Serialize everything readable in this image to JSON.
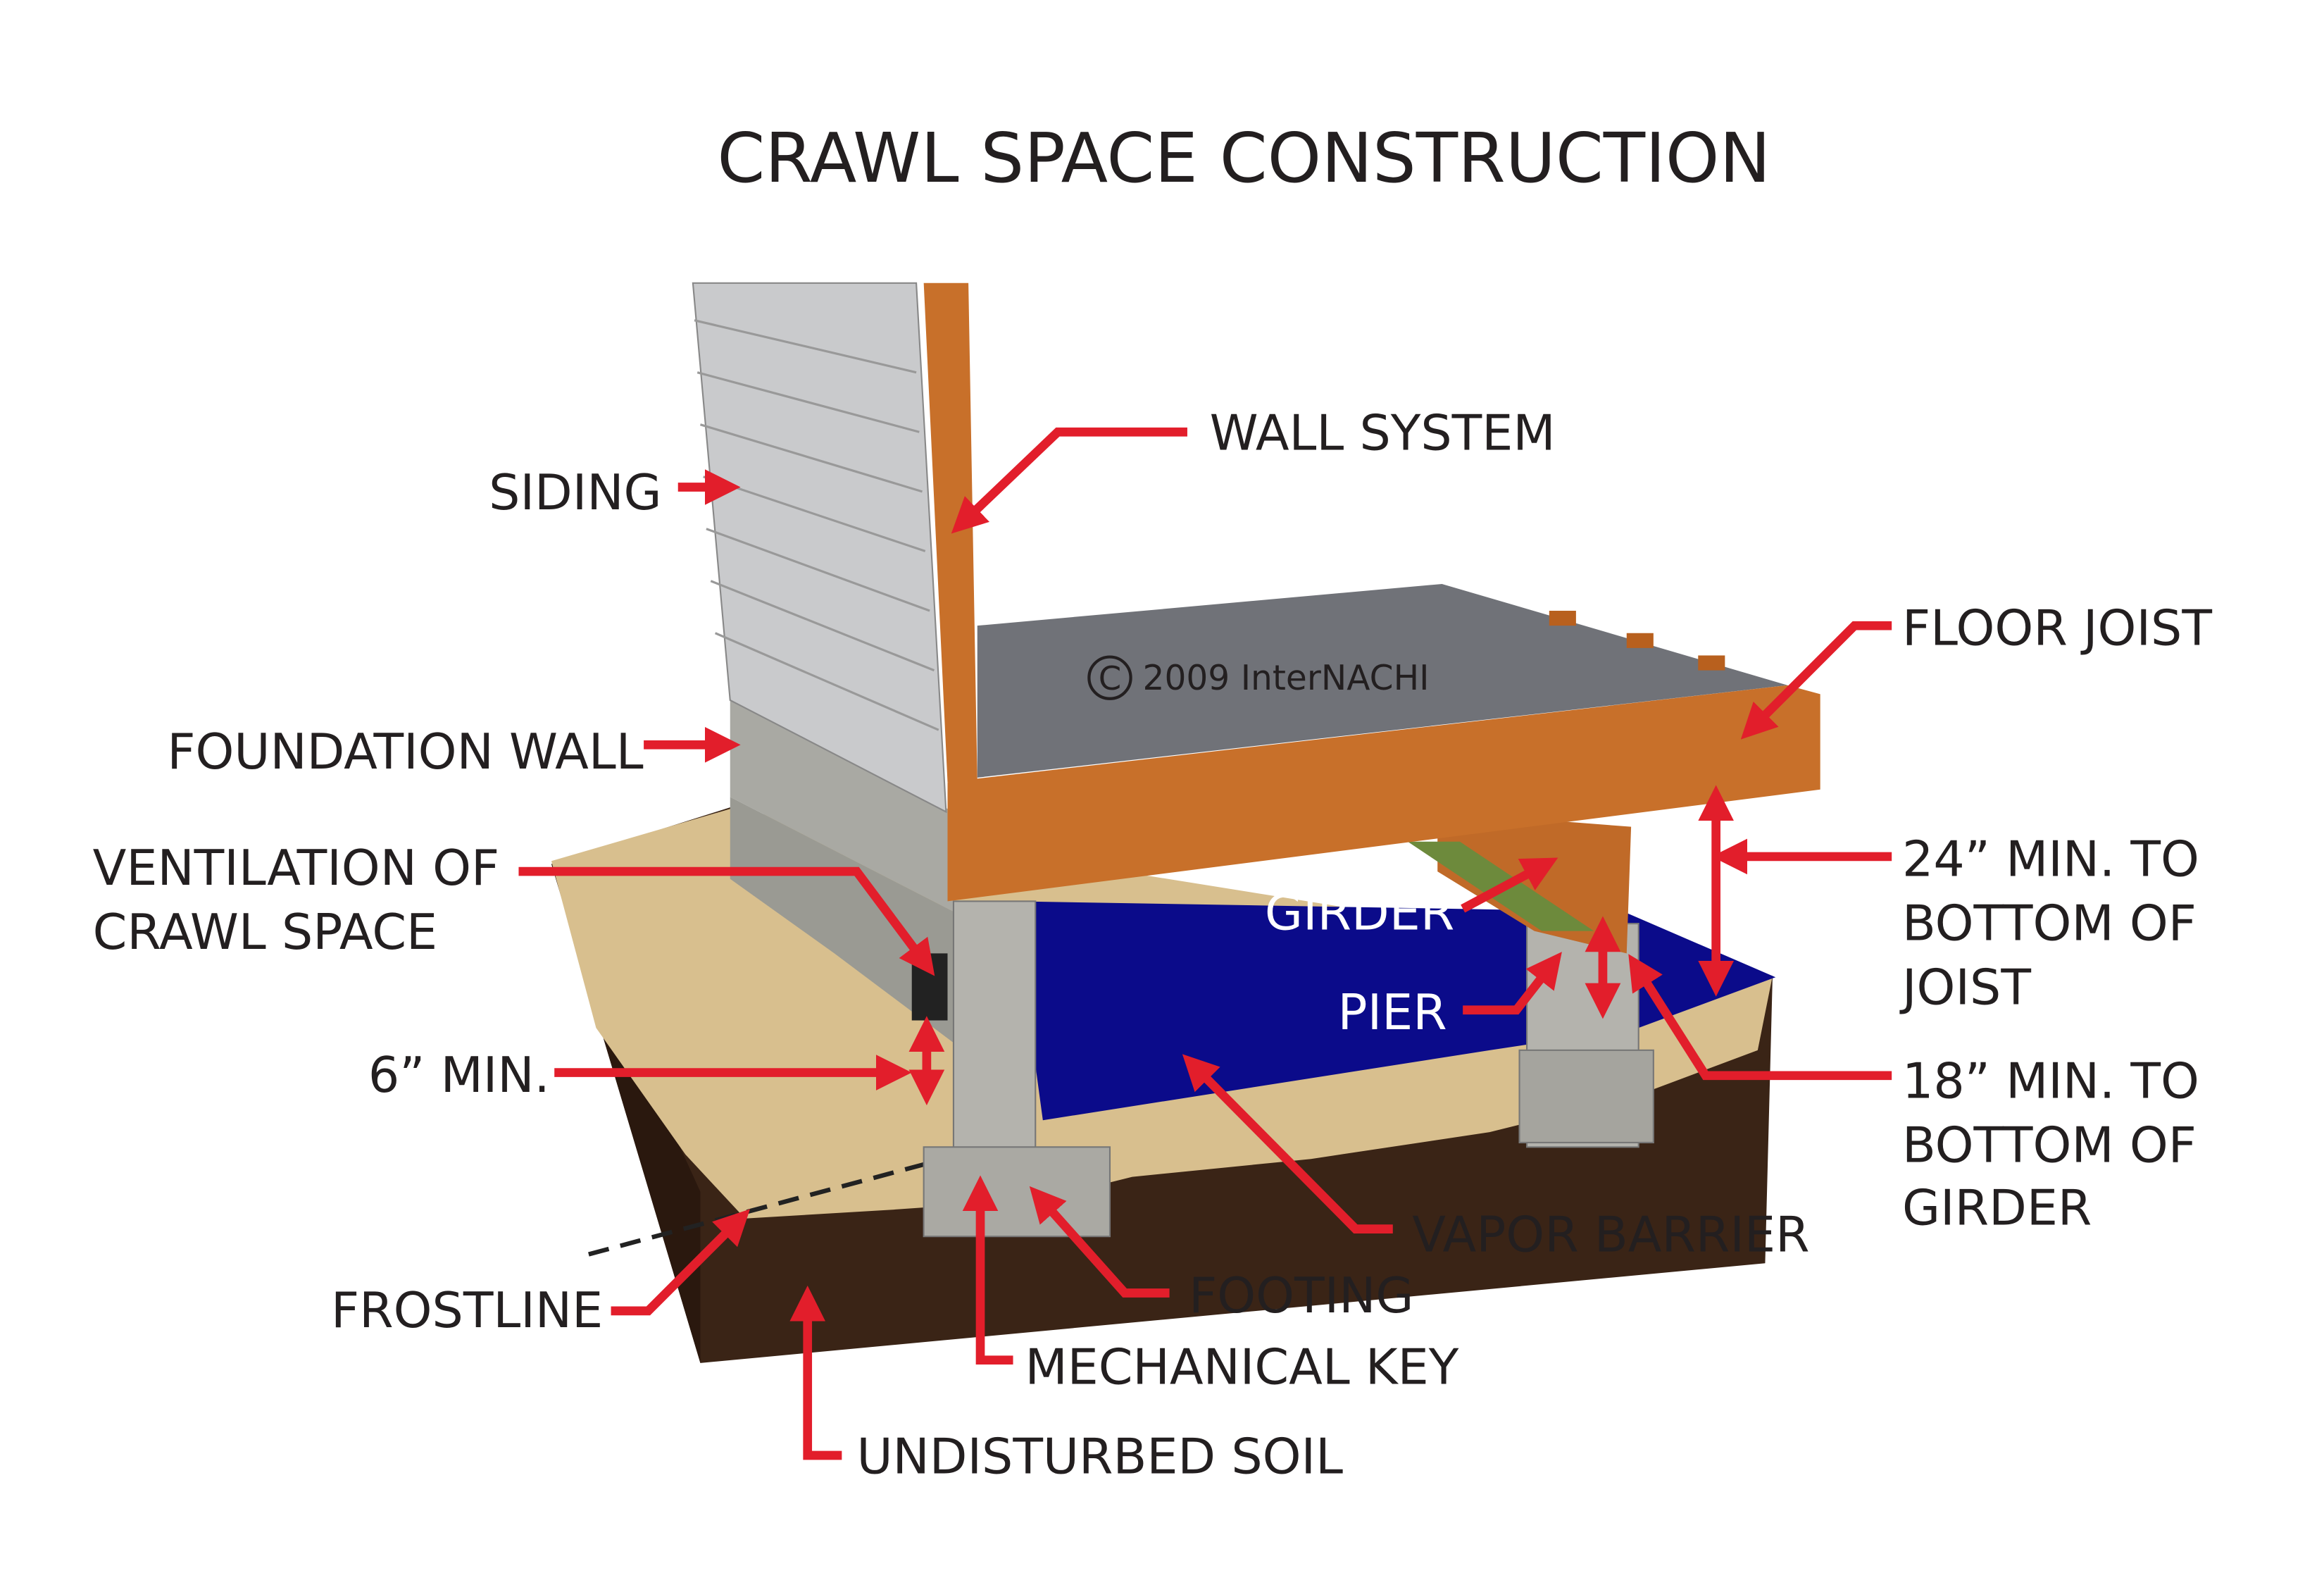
{
  "title": "CRAWL SPACE CONSTRUCTION",
  "copyright": "2009  InterNACHI",
  "copyright_symbol": "C",
  "labels": {
    "siding": "SIDING",
    "wall_system": "WALL SYSTEM",
    "floor_joist": "FLOOR JOIST",
    "foundation_wall": "FOUNDATION WALL",
    "ventilation": [
      "VENTILATION OF",
      "CRAWL SPACE"
    ],
    "girder": "GIRDER",
    "pier": "PIER",
    "joist_clearance": [
      "24” MIN. TO",
      "BOTTOM OF",
      "JOIST"
    ],
    "girder_clearance": [
      "18” MIN. TO",
      "BOTTOM OF",
      "GIRDER"
    ],
    "six_min": "6” MIN.",
    "vapor_barrier": "VAPOR BARRIER",
    "footing": "FOOTING",
    "mechanical_key": "MECHANICAL KEY",
    "frostline": "FROSTLINE",
    "undisturbed_soil": "UNDISTURBED SOIL"
  },
  "colors": {
    "arrow": "#e21e2b",
    "vapor_barrier": "#0b0b8a",
    "wood": "#c8702a",
    "soil": "#3a2416",
    "sand": "#d8bf8e",
    "deck": "#707278"
  }
}
